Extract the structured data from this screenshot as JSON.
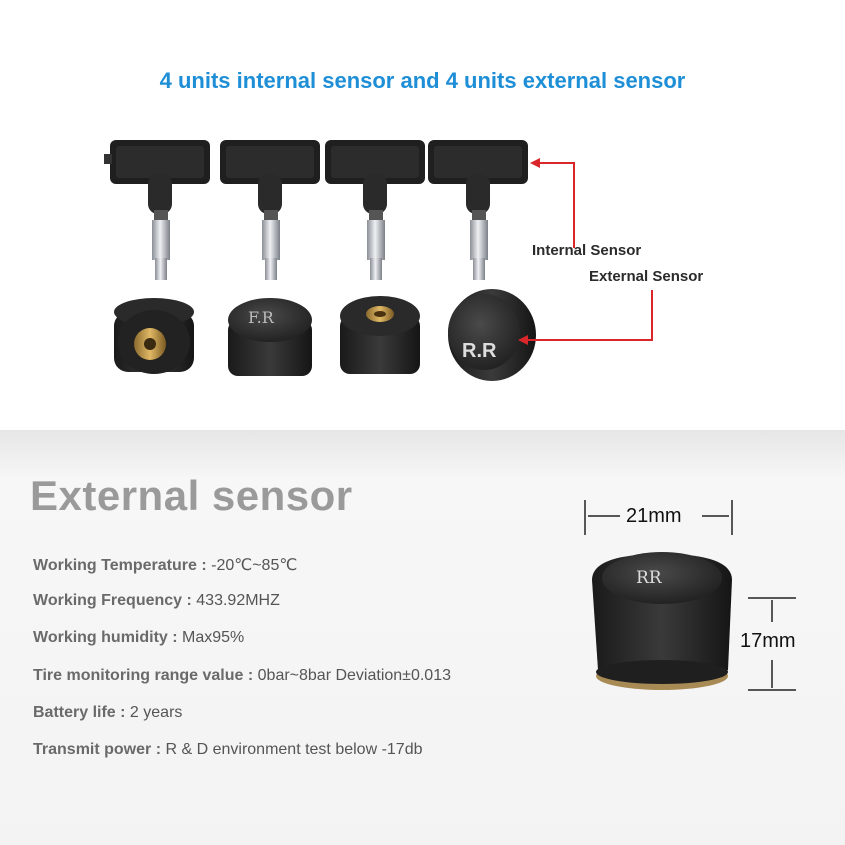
{
  "headline": "4 units internal sensor and 4 units external sensor",
  "callouts": {
    "internal": "Internal Sensor",
    "external": "External Sensor"
  },
  "caps": {
    "front_right": "F.R",
    "rear_right_small": "R.R",
    "rear_right_large": "RR"
  },
  "section_title": "External sensor",
  "specs": [
    {
      "label": "Working Temperature : ",
      "value": "-20℃~85℃"
    },
    {
      "label": "Working Frequency : ",
      "value": "433.92MHZ"
    },
    {
      "label": "Working humidity : ",
      "value": "Max95%"
    },
    {
      "label": "Tire monitoring range value : ",
      "value": "0bar~8bar Deviation±0.013"
    },
    {
      "label": "Battery life : ",
      "value": "2 years"
    },
    {
      "label": "Transmit power : ",
      "value": "R & D environment test below -17db"
    }
  ],
  "dimensions": {
    "width": "21mm",
    "height": "17mm"
  },
  "colors": {
    "headline": "#1e8fd6",
    "callout_line": "#d9262a",
    "title_gray": "#9a9a9a"
  }
}
